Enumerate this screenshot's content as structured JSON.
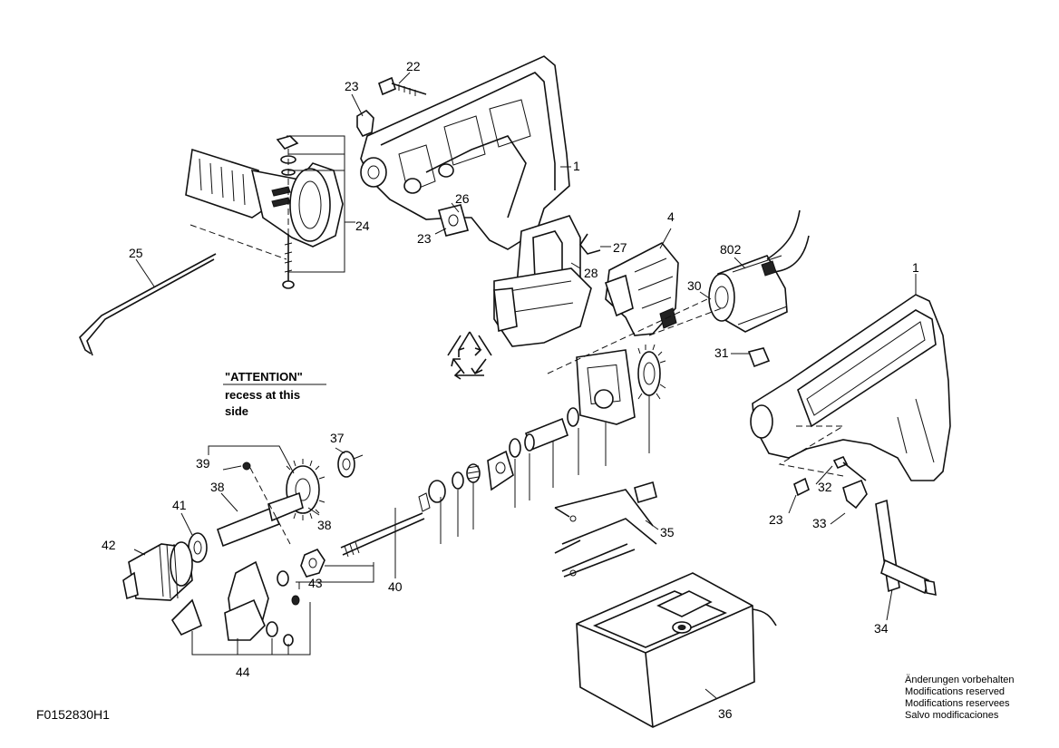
{
  "part_labels": {
    "p1a": "1",
    "p1b": "1",
    "p4": "4",
    "p22": "22",
    "p23a": "23",
    "p23b": "23",
    "p23c": "23",
    "p24": "24",
    "p25": "25",
    "p26": "26",
    "p27": "27",
    "p28": "28",
    "p30": "30",
    "p31": "31",
    "p32": "32",
    "p33": "33",
    "p34": "34",
    "p35": "35",
    "p36": "36",
    "p37": "37",
    "p38a": "38",
    "p38b": "38",
    "p39": "39",
    "p40": "40",
    "p41": "41",
    "p42": "42",
    "p43": "43",
    "p44": "44",
    "p802": "802"
  },
  "attention_note": {
    "title": "\"ATTENTION\"",
    "line1": "recess at this",
    "line2": "side"
  },
  "drawing_code": "F0152830H1",
  "reservations": [
    "Änderungen vorbehalten",
    "Modifications reserved",
    "Modifications reservees",
    "Salvo modificaciones"
  ]
}
